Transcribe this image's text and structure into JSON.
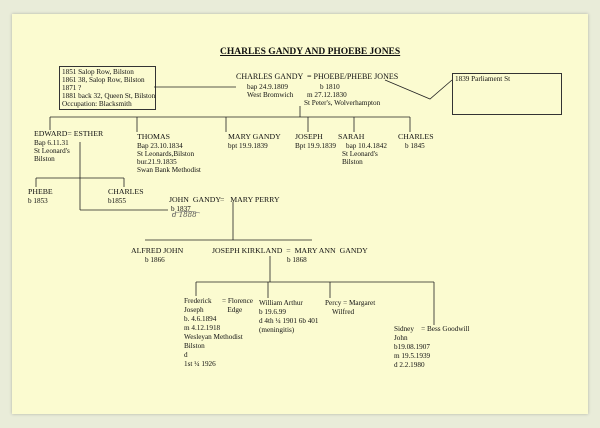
{
  "title": "CHARLES GANDY AND PHOEBE JONES",
  "left_box": [
    "1851 Salop Row, Bilston",
    "1861 38, Salop Row, Bilston",
    "1871 ?",
    "1881 back 32, Queen St, Bilston",
    "Occupation: Blacksmith"
  ],
  "right_box": "1839 Parliament St",
  "root": {
    "husband": "CHARLES GANDY",
    "wife": "= PHOEBE/PHEBE JONES",
    "h_bap": "bap 24.9.1809",
    "h_place": "West Bromwich",
    "w_b": "b 1810",
    "m": "m 27.12.1830",
    "m_place": "St Peter's, Wolverhampton"
  },
  "children": {
    "edward": [
      "EDWARD= ESTHER",
      "Bap 6.11.31",
      "St Leonard's",
      "Bilston"
    ],
    "thomas": [
      "THOMAS",
      "Bap 23.10.1834",
      "St Leonards,Bilston",
      "bur.21.9.1835",
      "Swan Bank Methodist"
    ],
    "mary": [
      "MARY GANDY",
      "bpt 19.9.1839"
    ],
    "joseph": [
      "JOSEPH",
      "Bpt 19.9.1839"
    ],
    "sarah": [
      "SARAH",
      "bap 10.4.1842",
      "St Leonard's",
      "Bilston"
    ],
    "charles": [
      "CHARLES",
      "b 1845"
    ]
  },
  "gen3": {
    "phebe": [
      "PHEBE",
      "b 1853"
    ],
    "charles": [
      "CHARLES",
      "b1855"
    ],
    "john": [
      "JOHN  GANDY",
      "b 1837"
    ],
    "john_spouse": "=   MARY PERRY",
    "john_death_note": "d 1888"
  },
  "gen4": {
    "alfred": [
      "ALFRED JOHN",
      "b 1866"
    ],
    "joseph_kirkland": "JOSEPH KIRKLAND  =  MARY ANN  GANDY",
    "mary_ann_b": "b 1868"
  },
  "gen5": {
    "frederick": [
      "Frederick",
      "Joseph",
      "b. 4.6.1894",
      "m 4.12.1918",
      "Wesleyan Methodist",
      "Bilston",
      "d",
      "1st ¼ 1926"
    ],
    "florence": [
      "= Florence",
      "   Edge"
    ],
    "william": [
      "William Arthur",
      "b 19.6.99",
      "d 4th ¼ 1901 6b 401",
      "(meningitis)"
    ],
    "percy": [
      "Percy = Margaret",
      "    Wilfred"
    ],
    "sidney": [
      "Sidney    = Bess Goodwill",
      "John",
      "b19.08.1907",
      "m 19.5.1939",
      "d 2.2.1980"
    ]
  }
}
